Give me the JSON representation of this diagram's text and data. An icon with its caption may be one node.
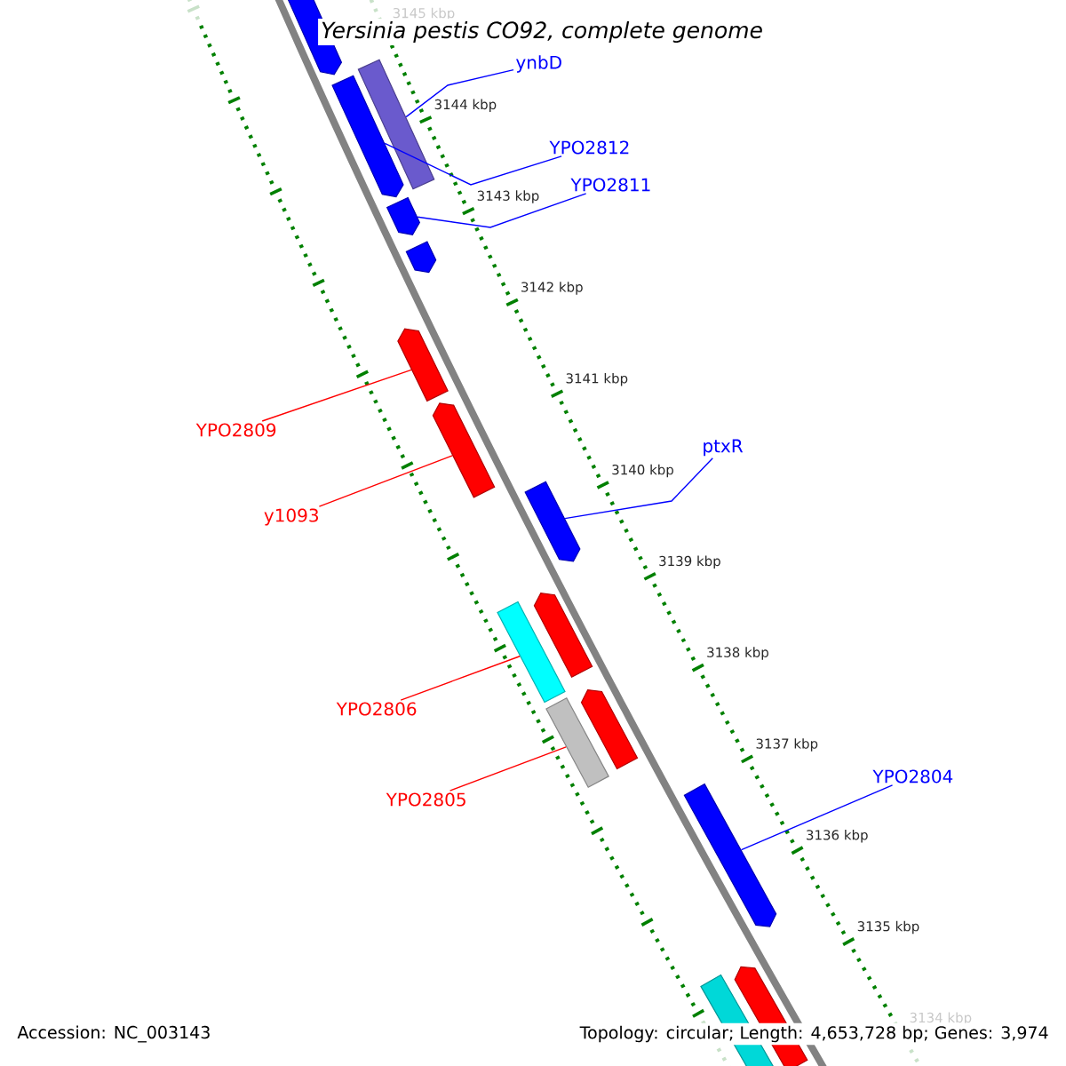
{
  "diagram": {
    "title": "Yersinia pestis CO92, complete genome",
    "nodes": [
      {
        "text": [
          "ynbD"
        ]
      },
      {
        "text": [
          "YPO2812"
        ]
      },
      {
        "text": [
          "YPO2811"
        ]
      },
      {
        "text": [
          "YPO2809"
        ]
      },
      {
        "text": [
          "y1093"
        ]
      },
      {
        "text": [
          "ptxR"
        ]
      },
      {
        "text": [
          "YPO2806"
        ]
      },
      {
        "text": [
          "YPO2805"
        ]
      },
      {
        "text": [
          "YPO2804"
        ]
      },
      {
        "text": [],
        "shape": "pentagon"
      },
      {
        "text": [],
        "shape": "pentagon"
      },
      {
        "text": [],
        "shape": "box"
      },
      {
        "text": [],
        "shape": "pentagon"
      },
      {
        "text": [],
        "shape": "pentagon"
      },
      {
        "text": [],
        "shape": "pentagon"
      },
      {
        "text": [],
        "shape": "pentagon"
      },
      {
        "text": [],
        "shape": "pentagon"
      },
      {
        "text": [],
        "shape": "box"
      },
      {
        "text": [],
        "shape": "pentagon"
      },
      {
        "text": [],
        "shape": "box"
      },
      {
        "text": [],
        "shape": "pentagon"
      },
      {
        "text": [],
        "shape": "pentagon"
      },
      {
        "text": [],
        "shape": "box"
      },
      {
        "text": [],
        "shape": "pentagon"
      }
    ],
    "edges": [
      {
        "from": 0,
        "to": 11,
        "arrow": "none"
      },
      {
        "from": 1,
        "to": 10,
        "arrow": "none"
      },
      {
        "from": 2,
        "to": 12,
        "arrow": "none"
      },
      {
        "from": 3,
        "to": 14,
        "arrow": "none",
        "color": "#ff0000"
      },
      {
        "from": 4,
        "to": 15,
        "arrow": "none",
        "color": "#ff0000"
      },
      {
        "from": 5,
        "to": 16,
        "arrow": "none"
      },
      {
        "from": 6,
        "to": 17,
        "arrow": "none",
        "color": "#ff0000"
      },
      {
        "from": 7,
        "to": 19,
        "arrow": "none",
        "color": "#ff0000"
      },
      {
        "from": 8,
        "to": 21,
        "arrow": "none"
      }
    ],
    "labels": [
      "3145 kbp",
      "3144 kbp",
      "3143 kbp",
      "3142 kbp",
      "3141 kbp",
      "3140 kbp",
      "3139 kbp",
      "3138 kbp",
      "3137 kbp",
      "3136 kbp",
      "3135 kbp",
      "3134 kbp",
      "Accession: NC_003143",
      "Topology: circular; Length: 4,653,728 bp; Genes: 3,974"
    ]
  }
}
